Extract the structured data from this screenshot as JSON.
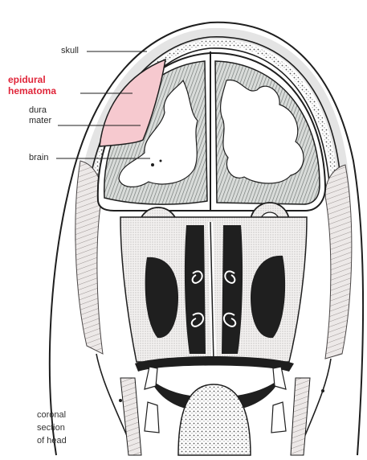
{
  "labels": {
    "skull": "skull",
    "epidural_line1": "epidural",
    "epidural_line2": "hematoma",
    "dura_line1": "dura",
    "dura_line2": "mater",
    "brain": "brain"
  },
  "caption": {
    "line1": "coronal",
    "line2": "section",
    "line3": "of head"
  },
  "colors": {
    "highlight": "#e0263a",
    "hematoma_fill": "#f6c9cf",
    "brain_fill": "#8e9592",
    "ink": "#1e1e1e",
    "paper": "#ffffff"
  }
}
